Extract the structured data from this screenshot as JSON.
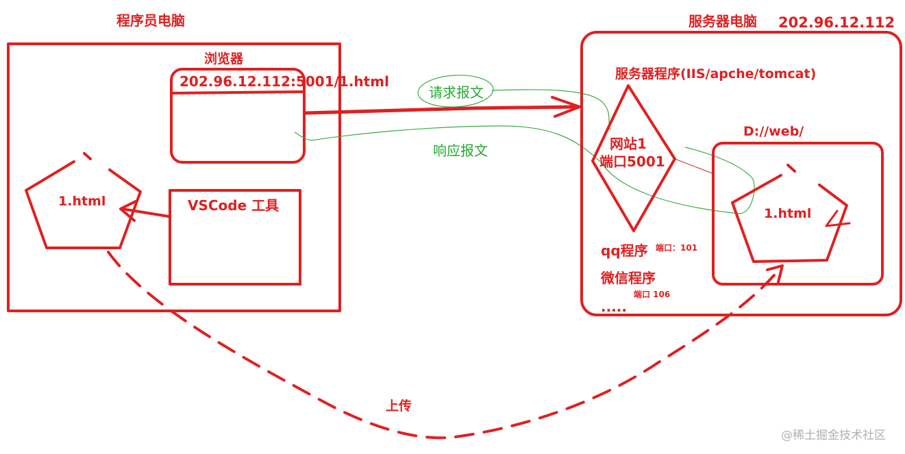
{
  "labels": {
    "dev_pc": "程序员电脑",
    "browser": "浏览器",
    "url": "202.96.12.112:5001/1.html",
    "local_file": "1.html",
    "vscode": "VSCode 工具",
    "request": "请求报文",
    "response": "响应报文",
    "server_pc": "服务器电脑",
    "server_ip": "202.96.12.112",
    "server_program": "服务器程序(IIS/apche/tomcat)",
    "site_name": "网站1",
    "site_port": "端口5001",
    "web_dir": "D://web/",
    "remote_file": "1.html",
    "qq": "qq程序",
    "qq_port": "端口：101",
    "wechat": "微信程序",
    "wechat_port": "端口 106",
    "ellipsis": ".....",
    "upload": "上传",
    "watermark": "@稀土掘金技术社区"
  },
  "colors": {
    "primary": "#e02020",
    "annotation": "#22aa33",
    "watermark": "#b0b0b0"
  }
}
